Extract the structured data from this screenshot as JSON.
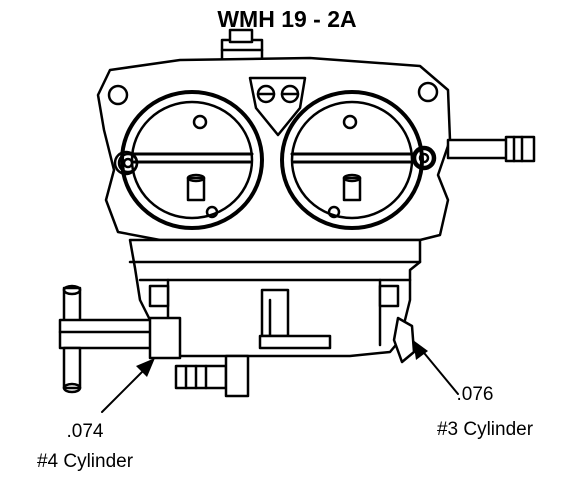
{
  "title": "WMH 19 - 2A",
  "callouts": [
    {
      "value": ".074",
      "label": "#4 Cylinder"
    },
    {
      "value": ".076",
      "label": "#3 Cylinder"
    }
  ],
  "colors": {
    "ink": "#000000",
    "paper": "#ffffff"
  }
}
